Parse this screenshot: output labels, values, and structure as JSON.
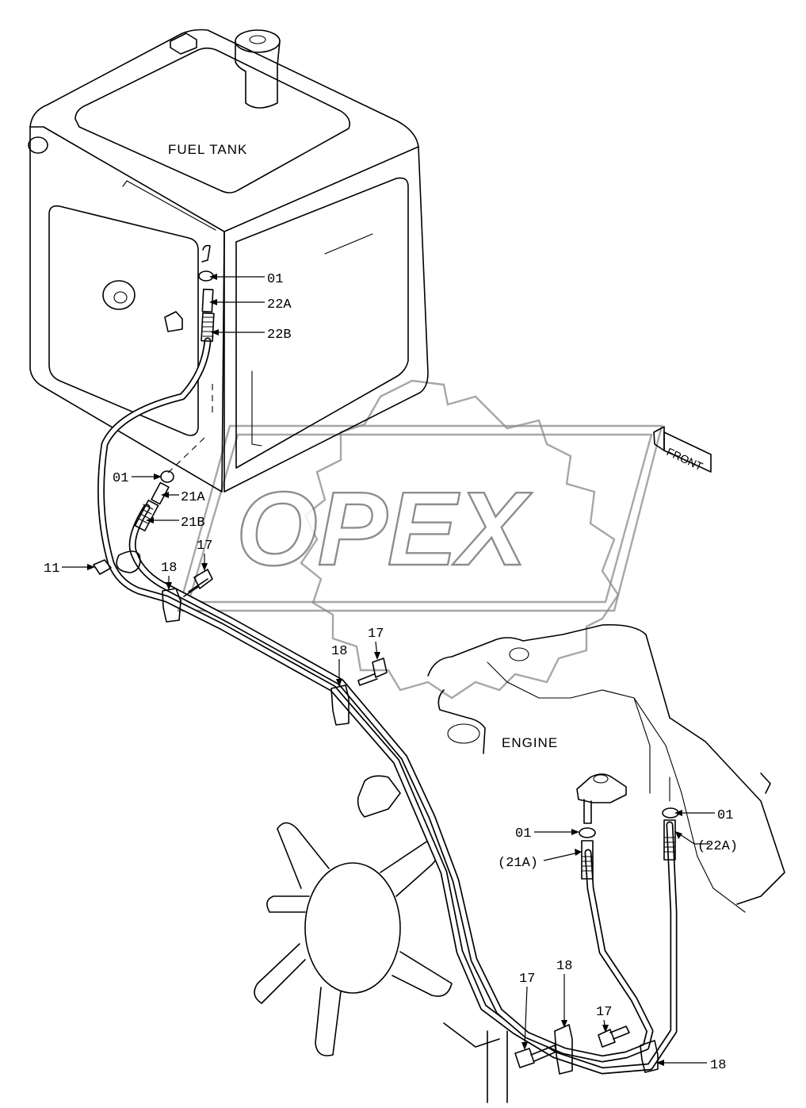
{
  "components": {
    "fuel_tank": "FUEL TANK",
    "engine": "ENGINE",
    "front_tag": "FRONT"
  },
  "watermark": "OPEX",
  "callouts": {
    "tank_washer": "01",
    "tank_hose_end_a": "22A",
    "tank_hose_end_b": "22B",
    "tank_lower_washer": "01",
    "tank_lower_hose_end_a": "21A",
    "tank_lower_hose_end_b": "21B",
    "clip": "11",
    "bolt_upper": "17",
    "clamp_upper": "18",
    "bolt_middle": "17",
    "clamp_middle": "18",
    "engine_washer_right": "01",
    "engine_washer_left": "01",
    "engine_hose_21a": "(21A)",
    "engine_hose_22a": "(22A)",
    "bolt_lower_left": "17",
    "clamp_lower_left": "18",
    "bolt_lower_right": "17",
    "clamp_lower_right": "18"
  }
}
